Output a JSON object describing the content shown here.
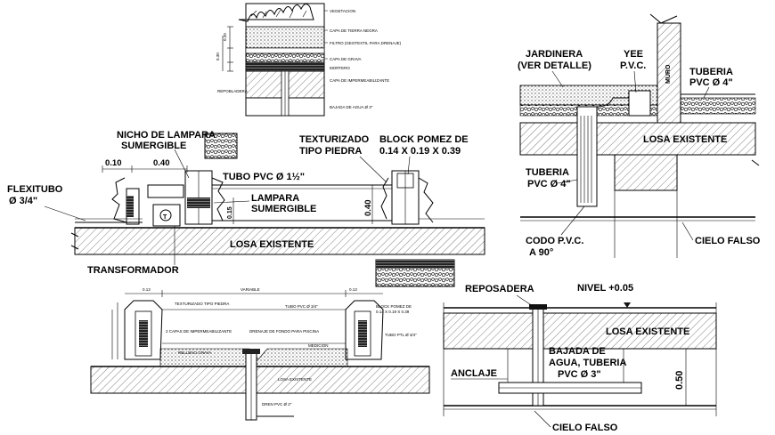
{
  "top_section": {
    "layers": [
      "VEGETACION",
      "CAPA DE TIERRA NEGRA",
      "FILTRO (GEOTEXTIL PARA DRENAJE)",
      "CAPA DE GRAVA",
      "MORTERO",
      "CAPA DE IMPERMEABILIZANTE",
      "BAJADA DE AGUA Ø 3\""
    ],
    "left_label": "REPOBLADERA"
  },
  "fountain_detail": {
    "nicho": "NICHO DE LAMPARA",
    "sumergible": "SUMERGIBLE",
    "dim_010": "0.10",
    "dim_040": "0.40",
    "flexitubo": "FLEXITUBO",
    "flexitubo_size": "Ø 3/4\"",
    "tubo_pvc": "TUBO PVC Ø 1½\"",
    "lampara": "LAMPARA",
    "lampara2": "SUMERGIBLE",
    "dim_015": "0.15",
    "texturizado": "TEXTURIZADO",
    "tipo_piedra": "TIPO PIEDRA",
    "block_pomez": "BLOCK POMEZ DE",
    "block_dims": "0.14 X 0.19 X 0.39",
    "dim_040_v": "0.40",
    "losa": "LOSA EXISTENTE",
    "transformador": "TRANSFORMADOR",
    "transformer_symbol": "T"
  },
  "jardinera_detail": {
    "jardinera": "JARDINERA",
    "ver_detalle": "(VER DETALLE)",
    "yee": "YEE",
    "pvc": "P.V.C.",
    "muro": "MURO",
    "tuberia_r": "TUBERIA",
    "pvc4_r": "PVC Ø 4\"",
    "losa": "LOSA EXISTENTE",
    "tuberia_l": "TUBERIA",
    "pvc4_l": "PVC Ø 4\"",
    "codo": "CODO P.V.C.",
    "a90": "A 90°",
    "cielo": "CIELO FALSO"
  },
  "pool_section": {
    "top_dim_left": "0.13",
    "top_dim_mid": "VARIABLE",
    "top_dim_right": "0.13",
    "texturizado": "TEXTURIZADO TIPO PIEDRA",
    "tubo_pvc": "TUBO PVC Ø 3/4\"",
    "block_pomez": "BLOCK POMEZ DE",
    "block_dims": "0.14 X 0.19 X 0.39",
    "capas": "2 CAPAS DE IMPERMEABILIZANTE",
    "drenaje": "DRENAJE DE FONDO PARA PISCINA",
    "relleno": "RELLENO GRAVA",
    "medida": "MEDICION",
    "tubo_ptl": "TUBO PTL Ø 3/4\"",
    "losa": "LOSA EXISTENTE",
    "dreno": "DREN PVC Ø 2\""
  },
  "drain_detail": {
    "reposadera": "REPOSADERA",
    "nivel": "NIVEL +0.05",
    "losa": "LOSA EXISTENTE",
    "bajada": "BAJADA DE",
    "agua": "AGUA, TUBERIA",
    "pvc3": "PVC Ø 3\"",
    "anclaje": "ANCLAJE",
    "dim050": "0.50",
    "cielo": "CIELO FALSO"
  }
}
